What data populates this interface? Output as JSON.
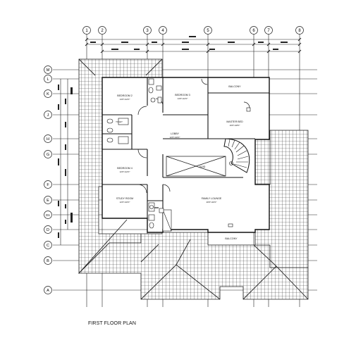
{
  "caption": "FIRST FLOOR PLAN",
  "col_grid": [
    "1",
    "2",
    "3",
    "4",
    "5",
    "6",
    "7",
    "8"
  ],
  "row_grid": [
    "M",
    "L",
    "K",
    "J",
    "H",
    "G",
    "F",
    "E",
    "D1",
    "D",
    "C",
    "B",
    "A"
  ],
  "rooms": [
    {
      "id": "bed2",
      "label": "BEDROOM 2",
      "sub": "14'0\"x12'0\""
    },
    {
      "id": "bed3",
      "label": "BEDROOM 3",
      "sub": "14'0\"x12'0\""
    },
    {
      "id": "balc1",
      "label": "BALCONY",
      "sub": ""
    },
    {
      "id": "master",
      "label": "MASTER BED",
      "sub": "16'0\"x18'0\""
    },
    {
      "id": "lobby",
      "label": "LOBBY",
      "sub": "12'0\"x10'0\""
    },
    {
      "id": "bed4",
      "label": "BEDROOM 4",
      "sub": "12'0\"x12'0\""
    },
    {
      "id": "family",
      "label": "FAMILY LOUNGE",
      "sub": "20'0\"x16'0\""
    },
    {
      "id": "study",
      "label": "STUDY ROOM",
      "sub": "12'0\"x10'0\""
    },
    {
      "id": "balc2",
      "label": "BALCONY",
      "sub": ""
    },
    {
      "id": "void",
      "label": "VOID",
      "sub": ""
    },
    {
      "id": "toilet",
      "label": "TOILET",
      "sub": ""
    }
  ]
}
